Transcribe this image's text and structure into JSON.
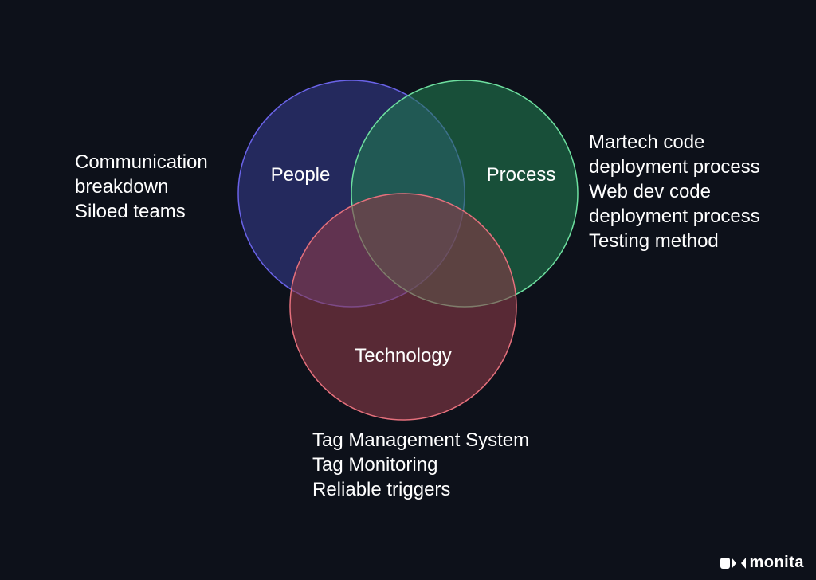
{
  "diagram": {
    "circles": [
      {
        "id": "people",
        "label": "People",
        "fill": "#2b2f6e",
        "stroke": "#6a63e8"
      },
      {
        "id": "process",
        "label": "Process",
        "fill": "#1f7a4e",
        "stroke": "#6ee0a0"
      },
      {
        "id": "technology",
        "label": "Technology",
        "fill": "#8a3a47",
        "stroke": "#e5707c"
      }
    ],
    "notes": {
      "people": [
        "Communication",
        "breakdown",
        "Siloed teams"
      ],
      "process": [
        "Martech code",
        "deployment process",
        "Web dev code",
        "deployment process",
        "Testing method"
      ],
      "technology": [
        "Tag Management System",
        "Tag Monitoring",
        "Reliable triggers"
      ]
    }
  },
  "brand": {
    "name": "monita",
    "icon": "monita-logo-icon"
  },
  "colors": {
    "background": "#0d111a",
    "text": "#ffffff"
  }
}
